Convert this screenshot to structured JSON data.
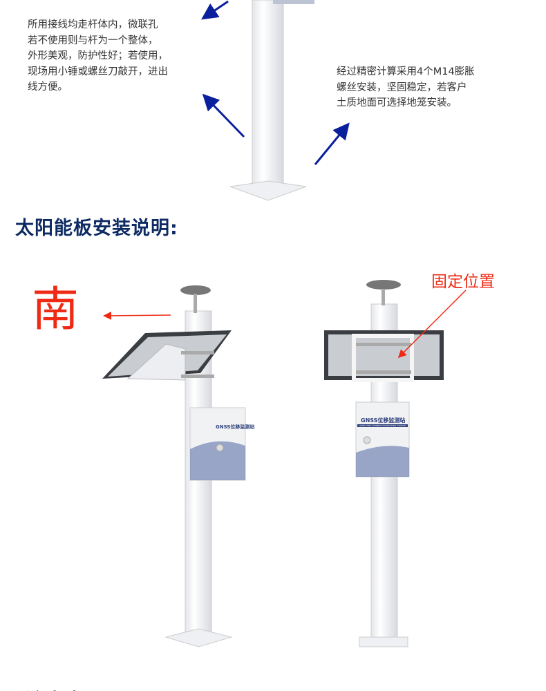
{
  "top_section": {
    "note_left": "所用接线均走杆体内，微联孔\n若不使用则与杆为一个整体，\n外形美观，防护性好；若使用，\n现场用小锤或螺丝刀敲开，进出\n线方便。",
    "note_right": "经过精密计算采用4个M14膨胀\n螺丝安装，坚固稳定，若客户\n土质地面可选择地笼安装。",
    "arrow_color": "#0a1f9c"
  },
  "solar_section": {
    "heading": "太阳能板安装说明:",
    "south_label": "南",
    "fixed_position_label": "固定位置",
    "box_title": "GNSS位移监测站",
    "box_subtitle": "GNSS DISPLACEMENT MONITORING STATION",
    "accent_color": "#ee2a14",
    "heading_color": "#0d2a63"
  },
  "next_section": {
    "heading": "注意事项"
  }
}
